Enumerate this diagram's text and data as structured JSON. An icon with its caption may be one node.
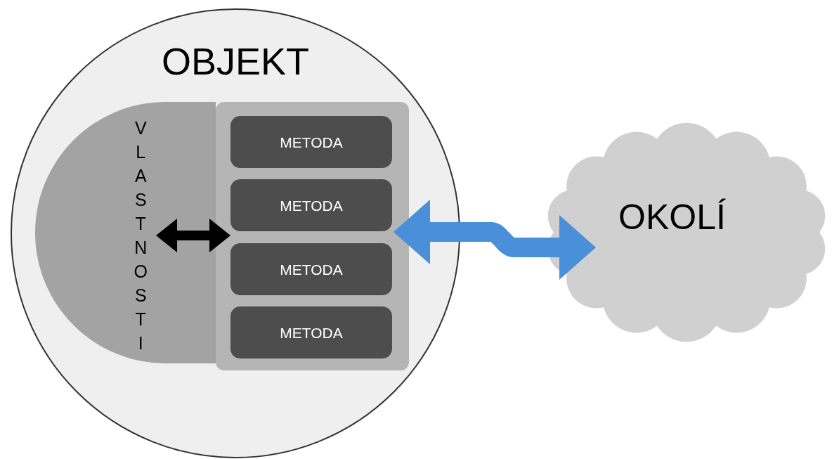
{
  "diagram": {
    "nodes": [
      {
        "text": [
          "OBJEKT"
        ]
      },
      {
        "text": [
          "VLASTNOSTI"
        ],
        "in": 0
      },
      {
        "text": [],
        "shape": "box",
        "in": 0
      },
      {
        "text": [
          "METODA"
        ],
        "in": 2
      },
      {
        "text": [
          "METODA"
        ],
        "in": 2
      },
      {
        "text": [
          "METODA"
        ],
        "in": 2
      },
      {
        "text": [
          "METODA"
        ],
        "in": 2
      },
      {
        "text": [
          "OKOLÍ"
        ]
      }
    ],
    "edges": [
      {
        "from": 1,
        "to": 2,
        "arrow": "both"
      },
      {
        "from": 2,
        "to": 7,
        "arrow": "both",
        "style": "thick",
        "color": "#4a90d9"
      }
    ]
  }
}
